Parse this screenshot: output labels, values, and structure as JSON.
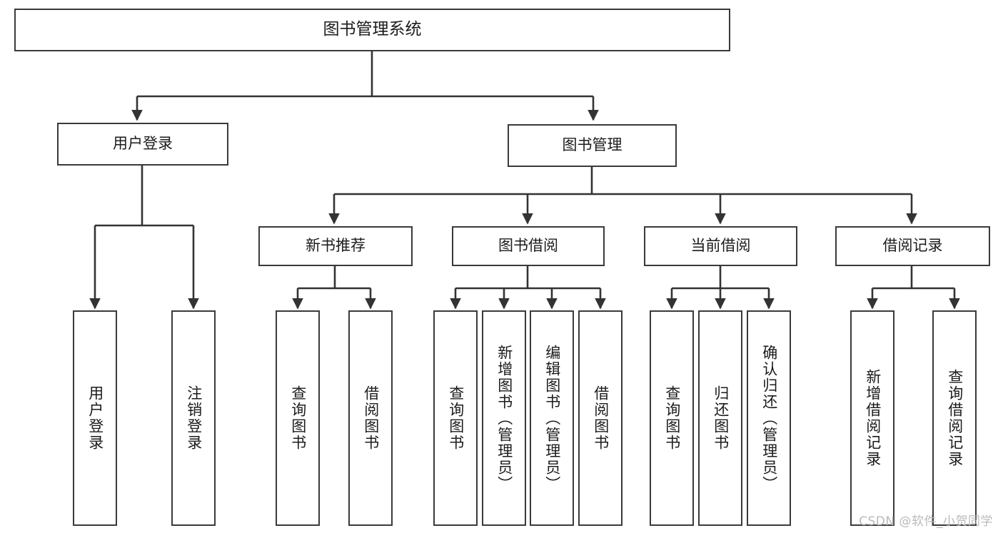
{
  "diagram": {
    "title": "图书管理系统",
    "watermark": "CSDN @软件_小贺同学",
    "colors": {
      "box_border": "#3a3a3a",
      "box_fill": "#ffffff",
      "connector": "#333333",
      "text": "#1b1b1b",
      "watermark": "#b9b9b9",
      "background": "#ffffff"
    }
  },
  "chart_data": {
    "type": "tree",
    "title": "图书管理系统",
    "orientation": "top-down",
    "levels": 4,
    "nodes": {
      "root": {
        "label": "图书管理系统",
        "level": 0
      },
      "l2": [
        {
          "label": "用户登录",
          "level": 1
        },
        {
          "label": "图书管理",
          "level": 1
        }
      ],
      "l3": [
        {
          "label": "新书推荐",
          "level": 2,
          "parent": "图书管理"
        },
        {
          "label": "图书借阅",
          "level": 2,
          "parent": "图书管理"
        },
        {
          "label": "当前借阅",
          "level": 2,
          "parent": "图书管理"
        },
        {
          "label": "借阅记录",
          "level": 2,
          "parent": "图书管理"
        }
      ],
      "leaves": [
        {
          "label": "用户登录",
          "parent": "用户登录"
        },
        {
          "label": "注销登录",
          "parent": "用户登录"
        },
        {
          "label": "查询图书",
          "parent": "新书推荐"
        },
        {
          "label": "借阅图书",
          "parent": "新书推荐"
        },
        {
          "label": "查询图书",
          "parent": "图书借阅"
        },
        {
          "label": "新增图书（管理员）",
          "parent": "图书借阅"
        },
        {
          "label": "编辑图书（管理员）",
          "parent": "图书借阅"
        },
        {
          "label": "借阅图书",
          "parent": "图书借阅"
        },
        {
          "label": "查询图书",
          "parent": "当前借阅"
        },
        {
          "label": "归还图书",
          "parent": "当前借阅"
        },
        {
          "label": "确认归还（管理员）",
          "parent": "当前借阅"
        },
        {
          "label": "新增借阅记录",
          "parent": "借阅记录"
        },
        {
          "label": "查询借阅记录",
          "parent": "借阅记录"
        }
      ]
    }
  },
  "nodes": {
    "root": {
      "label": "图书管理系统"
    },
    "user_login": {
      "label": "用户登录"
    },
    "book_manage": {
      "label": "图书管理"
    },
    "new_book_rec": {
      "label": "新书推荐"
    },
    "book_borrow": {
      "label": "图书借阅"
    },
    "current_borrow": {
      "label": "当前借阅"
    },
    "borrow_record": {
      "label": "借阅记录"
    },
    "leaf_user_login": {
      "label": "用户登录"
    },
    "leaf_logout": {
      "label": "注销登录"
    },
    "leaf_query_book_a": {
      "label": "查询图书"
    },
    "leaf_borrow_book_a": {
      "label": "借阅图书"
    },
    "leaf_query_book_b": {
      "label": "查询图书"
    },
    "leaf_add_book": {
      "label": "新增图书（管理员）"
    },
    "leaf_edit_book": {
      "label": "编辑图书（管理员）"
    },
    "leaf_borrow_book_b": {
      "label": "借阅图书"
    },
    "leaf_query_book_c": {
      "label": "查询图书"
    },
    "leaf_return_book": {
      "label": "归还图书"
    },
    "leaf_confirm_return": {
      "label": "确认归还（管理员）"
    },
    "leaf_add_record": {
      "label": "新增借阅记录"
    },
    "leaf_query_record": {
      "label": "查询借阅记录"
    }
  }
}
